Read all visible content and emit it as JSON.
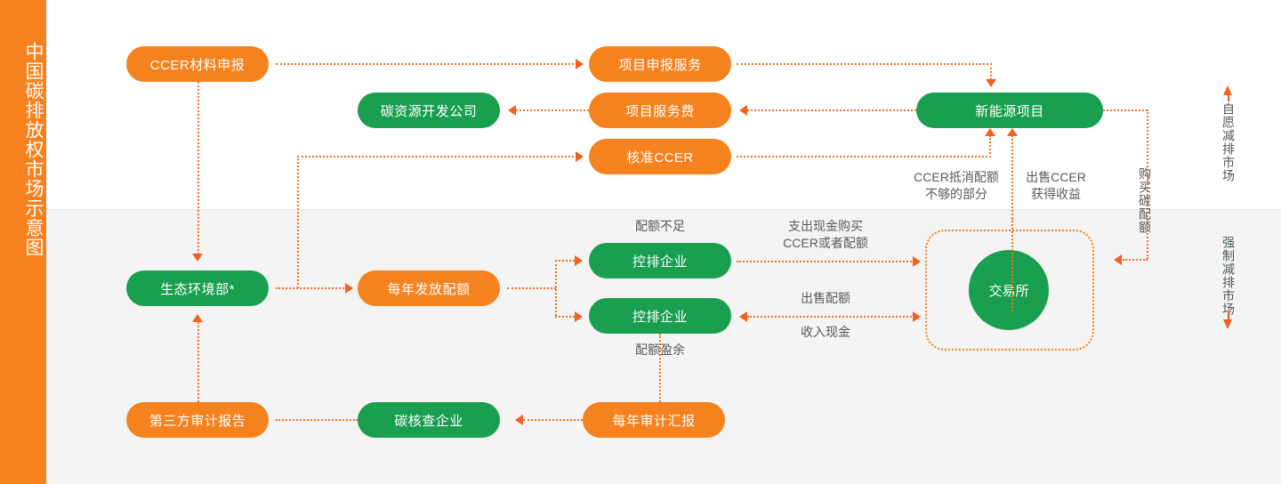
{
  "sidebar": {
    "title": "中国碳排放权市场示意图"
  },
  "markets": {
    "voluntary": "自愿减排市场",
    "mandatory": "强制减排市场",
    "up_arrow_icon": "arrow-up-icon",
    "down_arrow_icon": "arrow-down-icon"
  },
  "nodes": {
    "ccer_material": "CCER材料申报",
    "project_apply_service": "项目申报服务",
    "carbon_dev_company": "碳资源开发公司",
    "project_service_fee": "项目服务费",
    "approved_ccer": "核准CCER",
    "new_energy_project": "新能源项目",
    "exchange": "交易所",
    "ministry": "生态环境部*",
    "annual_quota": "每年发放配额",
    "controlled_enterprise_1": "控排企业",
    "controlled_enterprise_2": "控排企业",
    "third_party_audit_report": "第三方审计报告",
    "carbon_verification_company": "碳核查企业",
    "annual_audit_report": "每年审计汇报"
  },
  "edge_labels": {
    "quota_shortage": "配额不足",
    "quota_surplus": "配额盈余",
    "ccer_offset": "CCER抵消配额\n不够的部分",
    "sell_ccer_income": "出售CCER\n获得收益",
    "buy_carbon_quota": "购买碳配额",
    "spend_cash_buy": "支出现金购买\nCCER或者配额",
    "sell_quota": "出售配额",
    "cash_income": "收入现金"
  },
  "colors": {
    "orange": "#f5821f",
    "green": "#199f4f",
    "arrow": "#ef7125",
    "band_gray": "#f4f4f4",
    "label_text": "#5a5a5a"
  }
}
